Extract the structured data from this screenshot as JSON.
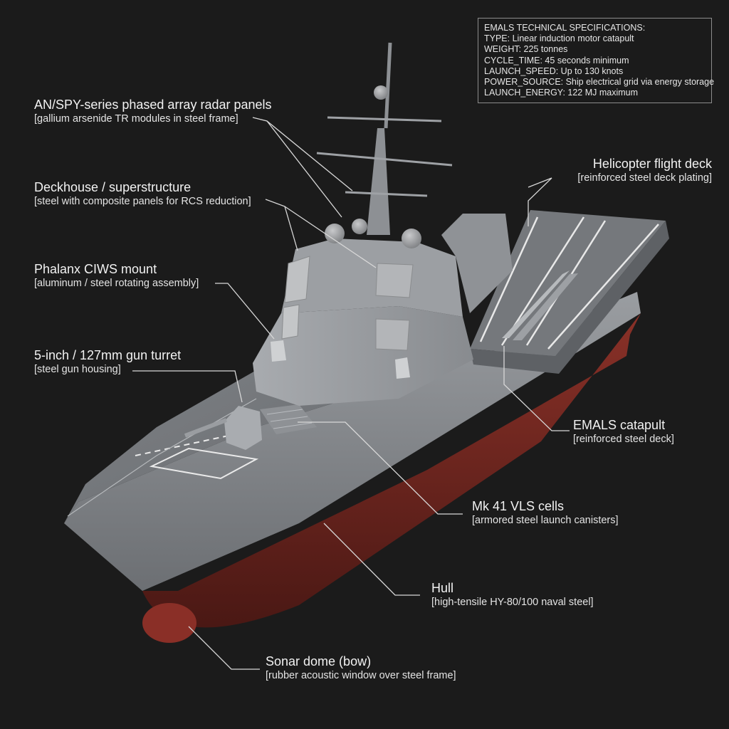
{
  "specs": {
    "lines": [
      "EMALS TECHNICAL SPECIFICATIONS:",
      "TYPE: Linear induction motor catapult",
      "WEIGHT: 225 tonnes",
      "CYCLE_TIME: 45 seconds minimum",
      "LAUNCH_SPEED: Up to 130 knots",
      "POWER_SOURCE: Ship electrical grid via energy storage",
      "LAUNCH_ENERGY: 122 MJ maximum"
    ]
  },
  "labels": {
    "radar": {
      "title": "AN/SPY-series phased array radar panels",
      "sub": "[gallium arsenide TR modules in steel frame]"
    },
    "deckhouse": {
      "title": "Deckhouse / superstructure",
      "sub": "[steel with composite panels for RCS reduction]"
    },
    "ciws": {
      "title": "Phalanx CIWS mount",
      "sub": "[aluminum / steel rotating assembly]"
    },
    "gun": {
      "title": "5-inch / 127mm gun turret",
      "sub": "[steel gun housing]"
    },
    "flightdeck": {
      "title": "Helicopter flight deck",
      "sub": "[reinforced steel deck plating]"
    },
    "emals": {
      "title": "EMALS catapult",
      "sub": "[reinforced steel deck]"
    },
    "vls": {
      "title": "Mk 41 VLS cells",
      "sub": "[armored steel launch canisters]"
    },
    "hull": {
      "title": "Hull",
      "sub": "[high-tensile HY-80/100 naval steel]"
    },
    "sonar": {
      "title": "Sonar dome (bow)",
      "sub": "[rubber acoustic window over steel frame]"
    }
  },
  "colors": {
    "background": "#1b1b1b",
    "hull_gray": "#8a8d91",
    "deck_gray": "#6f7276",
    "hull_red": "#7a2a24",
    "leader_line": "#d8d8d8"
  }
}
